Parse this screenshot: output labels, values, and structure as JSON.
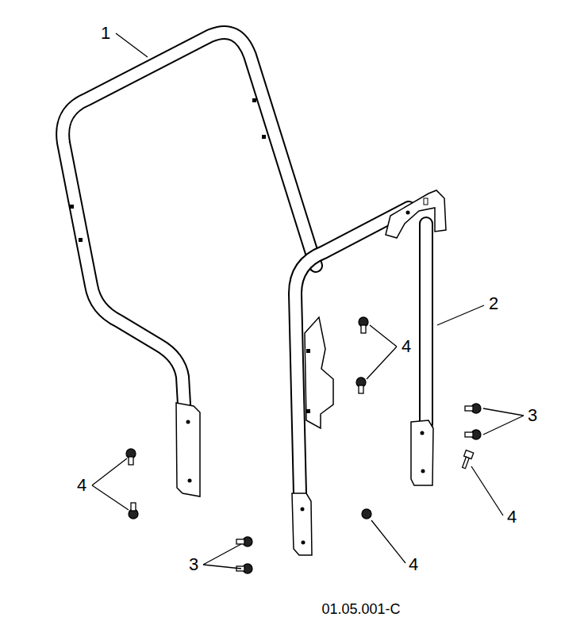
{
  "diagram": {
    "labels": [
      "1",
      "2",
      "4",
      "3",
      "4",
      "4",
      "3",
      "4",
      "01.05.001-C"
    ]
  }
}
